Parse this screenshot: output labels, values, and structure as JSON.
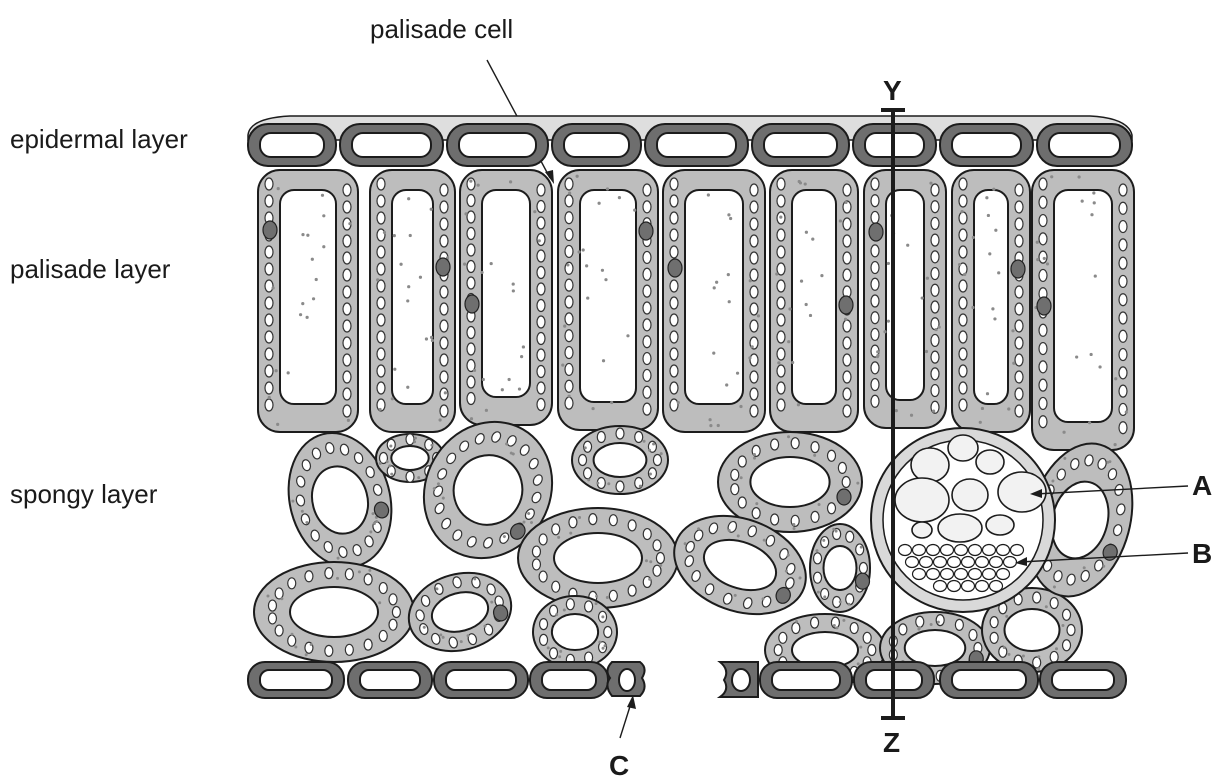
{
  "labels": {
    "palisade_cell": "palisade cell",
    "epidermal_layer": "epidermal layer",
    "palisade_layer": "palisade layer",
    "spongy_layer": "spongy layer",
    "A": "A",
    "B": "B",
    "C": "C",
    "Y": "Y",
    "Z": "Z"
  },
  "colors": {
    "cell_fill": "#bdbdbd",
    "epidermis_fill": "#6e6e6e",
    "nucleus": "#6f6f6f",
    "outline": "#1c1c1c"
  }
}
